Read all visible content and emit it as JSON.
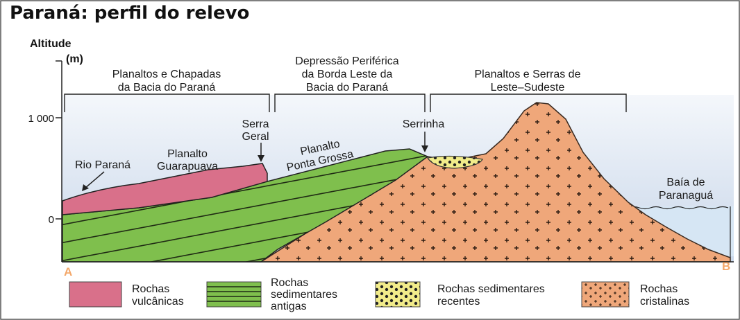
{
  "title": "Paraná: perfil do relevo",
  "axis": {
    "label_line1": "Altitude",
    "label_line2": "(m)",
    "ticks": [
      "1 000",
      "0"
    ]
  },
  "regions": [
    {
      "line1": "Planaltos e Chapadas",
      "line2": "da Bacia do Paraná"
    },
    {
      "line1": "Depressão Periférica",
      "line2": "da Borda Leste da",
      "line3": "Bacia do Paraná"
    },
    {
      "line1": "Planaltos e Serras de",
      "line2": "Leste–Sudeste"
    }
  ],
  "features": {
    "rio_parana": "Rio Paraná",
    "guarapuava_1": "Planalto",
    "guarapuava_2": "Guarapuava",
    "serra_geral_1": "Serra",
    "serra_geral_2": "Geral",
    "ponta_grossa_1": "Planalto",
    "ponta_grossa_2": "Ponta Grossa",
    "serrinha": "Serrinha",
    "baia_1": "Baía de",
    "baia_2": "Paranaguá"
  },
  "endpoints": {
    "start": "A",
    "end": "B"
  },
  "legend": [
    {
      "line1": "Rochas",
      "line2": "vulcânicas",
      "color": "#d9708a",
      "pattern": "solid"
    },
    {
      "line1": "Rochas",
      "line2": "sedimentares",
      "line3": "antigas",
      "color": "#7fbf4d",
      "pattern": "stripes"
    },
    {
      "line1": "Rochas sedimentares",
      "line2": "recentes",
      "color": "#f2ec8a",
      "pattern": "dots"
    },
    {
      "line1": "Rochas",
      "line2": "cristalinas",
      "color": "#efa77a",
      "pattern": "crosses"
    }
  ],
  "colors": {
    "sky": "#dfe7f3",
    "sea": "#d6e6f4",
    "volcanic": "#d9708a",
    "sedimentary_old": "#7fbf4d",
    "sedimentary_recent": "#f2ec8a",
    "crystalline": "#efa77a"
  }
}
